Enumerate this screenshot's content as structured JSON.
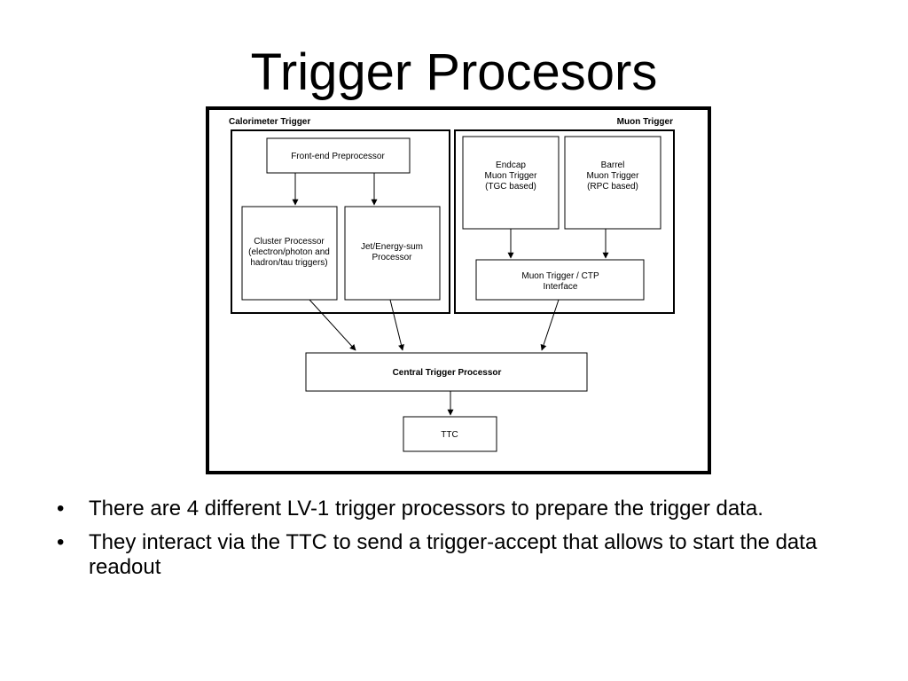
{
  "title": "Trigger Procesors",
  "diagram": {
    "calorimeter_label": "Calorimeter Trigger",
    "muon_label": "Muon Trigger",
    "front_end": "Front-end Preprocessor",
    "cluster": [
      "Cluster Processor",
      "(electron/photon and",
      "hadron/tau triggers)"
    ],
    "jet": [
      "Jet/Energy-sum",
      "Processor"
    ],
    "endcap": [
      "Endcap",
      "Muon Trigger",
      "(TGC based)"
    ],
    "barrel": [
      "Barrel",
      "Muon Trigger",
      "(RPC based)"
    ],
    "interface": [
      "Muon Trigger / CTP",
      "Interface"
    ],
    "ctp": "Central Trigger Processor",
    "ttc": "TTC"
  },
  "bullets": [
    "There are 4 different LV-1 trigger processors to prepare the trigger data.",
    "They interact via the TTC to send a trigger-accept that allows to start the data readout"
  ]
}
